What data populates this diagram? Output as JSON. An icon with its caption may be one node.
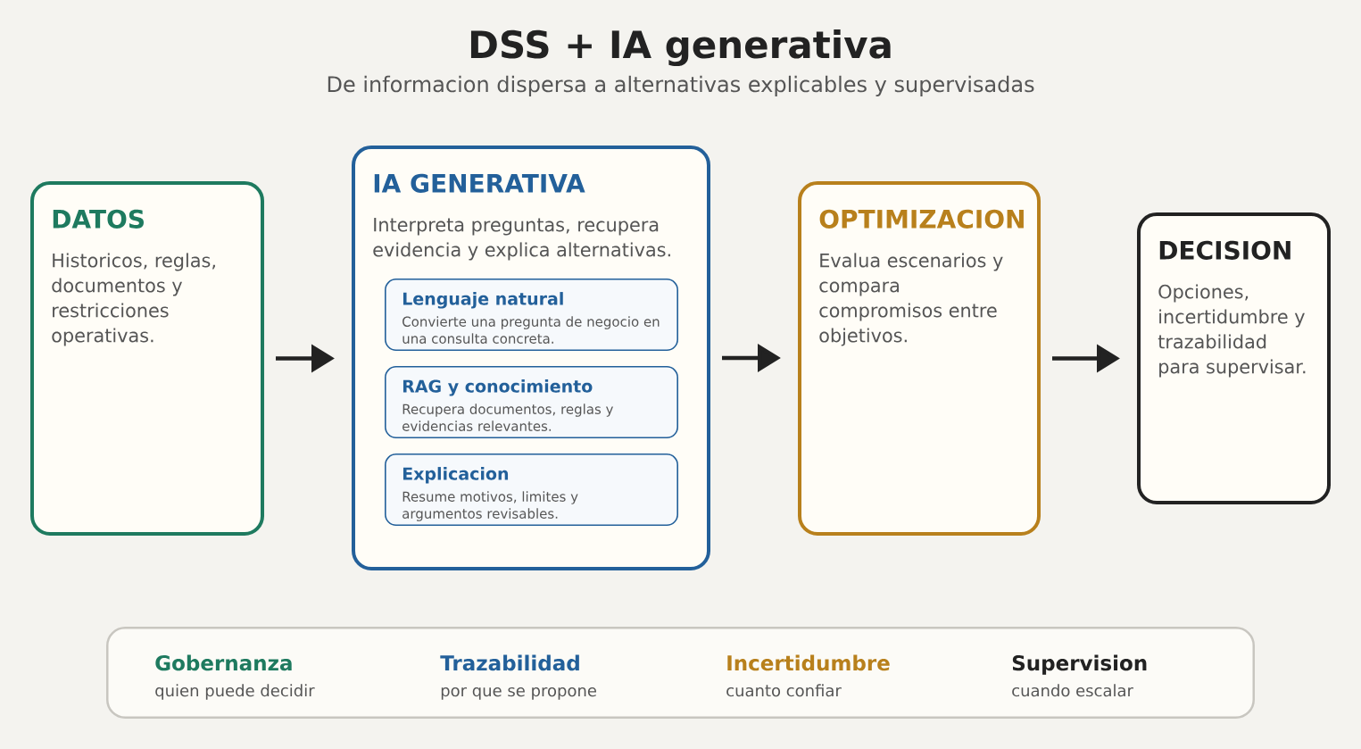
{
  "diagram": {
    "title": "DSS + IA generativa",
    "nodes": [
      {
        "text": [
          "DATOS",
          "Historicos, reglas, documentos y restricciones operativas."
        ]
      },
      {
        "text": [
          "IA GENERATIVA",
          "Interpreta preguntas, recupera evidencia y explica alternativas."
        ]
      },
      {
        "text": [
          "Lenguaje natural",
          "Convierte una pregunta de negocio en una consulta concreta."
        ],
        "in": 1
      },
      {
        "text": [
          "RAG y conocimiento",
          "Recupera documentos, reglas y evidencias relevantes."
        ],
        "in": 1
      },
      {
        "text": [
          "Explicacion",
          "Resume motivos, limites y argumentos revisables."
        ],
        "in": 1
      },
      {
        "text": [
          "OPTIMIZACION",
          "Evalua escenarios y compara compromisos entre objetivos."
        ]
      },
      {
        "text": [
          "DECISION",
          "Opciones, incertidumbre y trazabilidad para supervisar."
        ]
      },
      {
        "text": [
          "Gobernanza",
          "quien puede decidir",
          "Trazabilidad",
          "por que se propone",
          "Incertidumbre",
          "cuanto confiar",
          "Supervision",
          "cuando escalar"
        ]
      }
    ],
    "edges": [
      {
        "from": 0,
        "to": 1,
        "arrow": "to"
      },
      {
        "from": 1,
        "to": 5,
        "arrow": "to"
      },
      {
        "from": 5,
        "to": 6,
        "arrow": "to"
      }
    ],
    "labels": [
      "De informacion dispersa a alternativas explicables y supervisadas"
    ]
  }
}
